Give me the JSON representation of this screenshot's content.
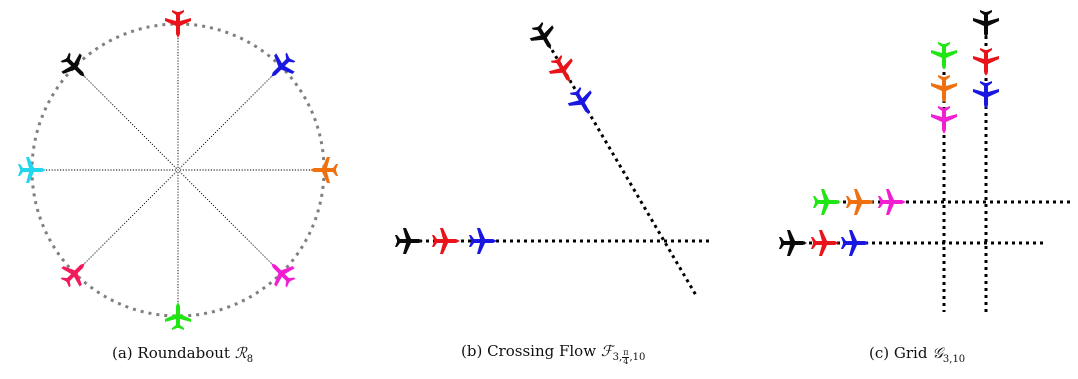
{
  "panels": [
    {
      "id": "roundabout",
      "caption": {
        "label": "(a) Roundabout",
        "symbol": "ℛ",
        "subscript": "8"
      },
      "aircraft_colors": [
        "#e8141a",
        "#1a18e0",
        "#f07010",
        "#f21ed2",
        "#22e614",
        "#f21a5a",
        "#22d6ee",
        "#0a0a0a"
      ]
    },
    {
      "id": "crossing-flow",
      "caption": {
        "label": "(b) Crossing Flow",
        "symbol": "ℱ",
        "subscript_pre": "3,",
        "frac_num": "π",
        "frac_den": "4",
        "subscript_post": ",10"
      },
      "aircraft_colors": [
        "#0a0a0a",
        "#e8141a",
        "#1a18e0"
      ]
    },
    {
      "id": "grid",
      "caption": {
        "label": "(c) Grid",
        "symbol": "𝒢",
        "subscript": "3,10"
      },
      "aircraft_colors": [
        "#0a0a0a",
        "#e8141a",
        "#1a18e0",
        "#22e614",
        "#f07010",
        "#f21ed2"
      ]
    }
  ]
}
